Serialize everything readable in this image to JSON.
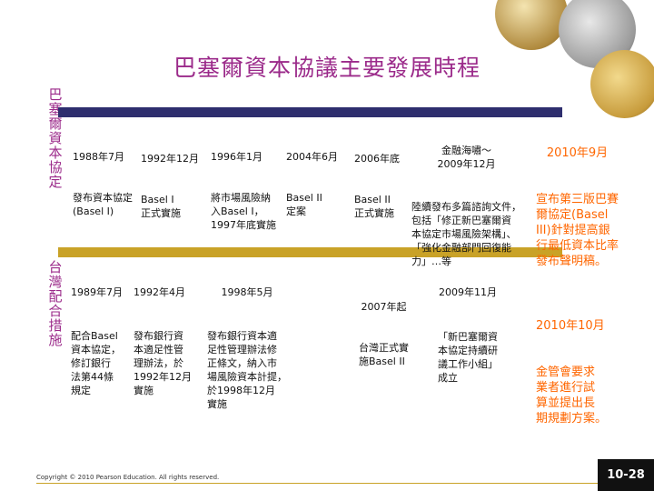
{
  "slide": {
    "title": "巴塞爾資本協議主要發展時程",
    "basel_label": "巴塞爾資本協定",
    "taiwan_label": "台灣配合措施",
    "copyright": "Copyright © 2010 Pearson Education. All rights reserved.",
    "page_number": "10-28"
  },
  "colors": {
    "title": "#9b2a8a",
    "highlight": "#ff6600",
    "bar_top": "#2e2e6e",
    "bar_bottom": "#c9a227"
  },
  "basel_events": [
    {
      "date": "1988年7月",
      "text": "發布資本協定\n(Basel I)"
    },
    {
      "date": "1992年12月",
      "text": "Basel I\n正式實施"
    },
    {
      "date": "1996年1月",
      "text": "將市場風險納\n入Basel I，\n1997年底實施"
    },
    {
      "date": "2004年6月",
      "text": "Basel II\n定案"
    },
    {
      "date": "2006年底",
      "text": "Basel II\n正式實施"
    },
    {
      "date": "金融海嘯～\n2009年12月",
      "text": "陸續發布多篇諮詢文件，\n包括「修正新巴塞爾資\n本協定市場風險架構」、\n「強化金融部門回復能\n力」…等"
    },
    {
      "date": "2010年9月",
      "text": "宣布第三版巴賽\n爾協定(Basel\nIII)針對提高銀\n行最低資本比率\n發布聲明稿。"
    }
  ],
  "taiwan_events": [
    {
      "date": "1989年7月",
      "text": "配合Basel\n資本協定，\n修訂銀行\n法第44條\n規定"
    },
    {
      "date": "1992年4月",
      "text": "發布銀行資\n本適足性管\n理辦法，於\n1992年12月\n實施"
    },
    {
      "date": "1998年5月",
      "text": "發布銀行資本適\n足性管理辦法修\n正條文，納入市\n場風險資本計提，\n於1998年12月\n實施"
    },
    {
      "date": "2007年起",
      "text": "台灣正式實\n施Basel II"
    },
    {
      "date": "2009年11月",
      "text": "「新巴塞爾資\n本協定持續研\n議工作小組」\n成立"
    },
    {
      "date": "2010年10月",
      "text": "金管會要求\n業者進行試\n算並提出長\n期規劃方案。"
    }
  ]
}
